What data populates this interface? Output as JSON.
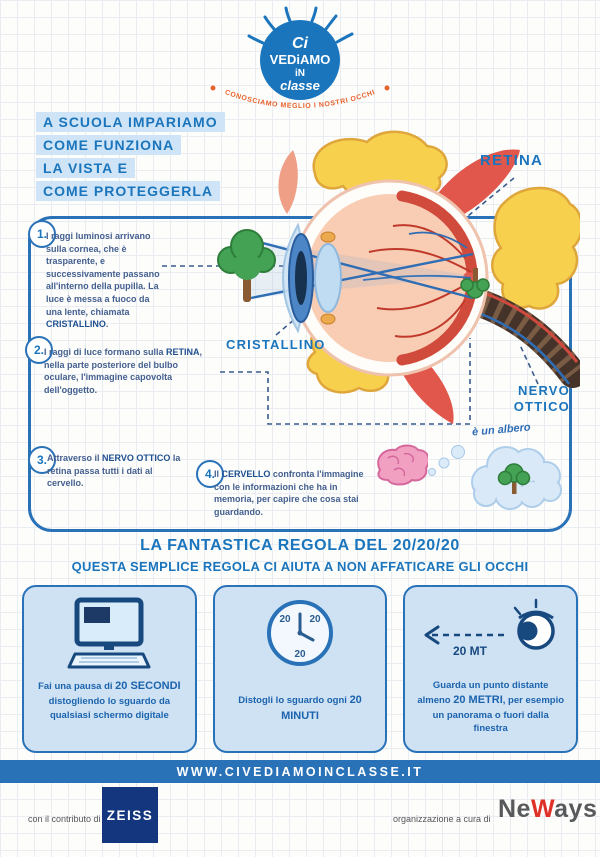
{
  "logo": {
    "word1": "Ci",
    "word2": "VEDiAMO",
    "word3": "iN",
    "word4": "classe",
    "tagline": "CONOSCIAMO MEGLIO I NOSTRI OCCHI"
  },
  "intro": {
    "line1": "A SCUOLA IMPARIAMO",
    "line2": "COME FUNZIONA",
    "line3": "LA VISTA E",
    "line4": "COME PROTEGGERLA"
  },
  "anatomy": {
    "retina": "RETINA",
    "cristallino": "CRISTALLINO",
    "nervo_ottico": "NERVO OTTICO",
    "thought": "è un albero"
  },
  "steps": [
    {
      "num": "1.",
      "pre": "I raggi luminosi arrivano sulla cornea, che è trasparente, e successivamente passano all'interno della pupilla. La luce è messa a fuoco da una lente, chiamata ",
      "bold": "CRISTALLINO",
      "post": "."
    },
    {
      "num": "2.",
      "pre": "I raggi di luce formano sulla ",
      "bold": "RETINA",
      "post": ", nella parte posteriore del bulbo oculare, l'immagine capovolta dell'oggetto."
    },
    {
      "num": "3.",
      "pre": "Attraverso il ",
      "bold": "NERVO OTTICO",
      "post": " la retina passa tutti i dati al cervello."
    },
    {
      "num": "4.",
      "pre": "Il ",
      "bold": "CERVELLO",
      "post": " confronta l'immagine con le informazioni che ha in memoria, per capire che cosa stai guardando."
    }
  ],
  "rule": {
    "title": "LA FANTASTICA REGOLA DEL 20/20/20",
    "subtitle": "QUESTA SEMPLICE REGOLA CI AIUTA A NON AFFATICARE GLI OCCHI"
  },
  "clock_labels": [
    "20",
    "20",
    "20"
  ],
  "cards": [
    {
      "pre": "Fai una pausa di ",
      "bold": "20 SECONDI",
      "post": " distogliendo lo sguardo da qualsiasi schermo digitale"
    },
    {
      "pre": "Distogli lo sguardo ogni ",
      "bold": "20 MINUTI",
      "post": ""
    },
    {
      "pre": "Guarda un punto distante almeno ",
      "bold": "20 METRI",
      "post": ", per esempio un panorama o fuori dalla finestra",
      "distance": "20 MT"
    }
  ],
  "footer": {
    "website": "WWW.CIVEDIAMOINCLASSE.IT"
  },
  "credits": {
    "left_label": "con il contributo di",
    "zeiss": "ZEISS",
    "right_label": "organizzazione a cura di",
    "neways_a": "Ne",
    "neways_b": "W",
    "neways_c": "ays"
  },
  "colors": {
    "primary": "#1b75bc",
    "panel_border": "#2a72b8",
    "highlight": "#cfe5f7",
    "card_bg": "#cfe2f4",
    "accent_orange": "#e8622c",
    "retina_red": "#d14b3c",
    "zeiss_blue": "#14367e",
    "neways_red": "#e03127"
  }
}
